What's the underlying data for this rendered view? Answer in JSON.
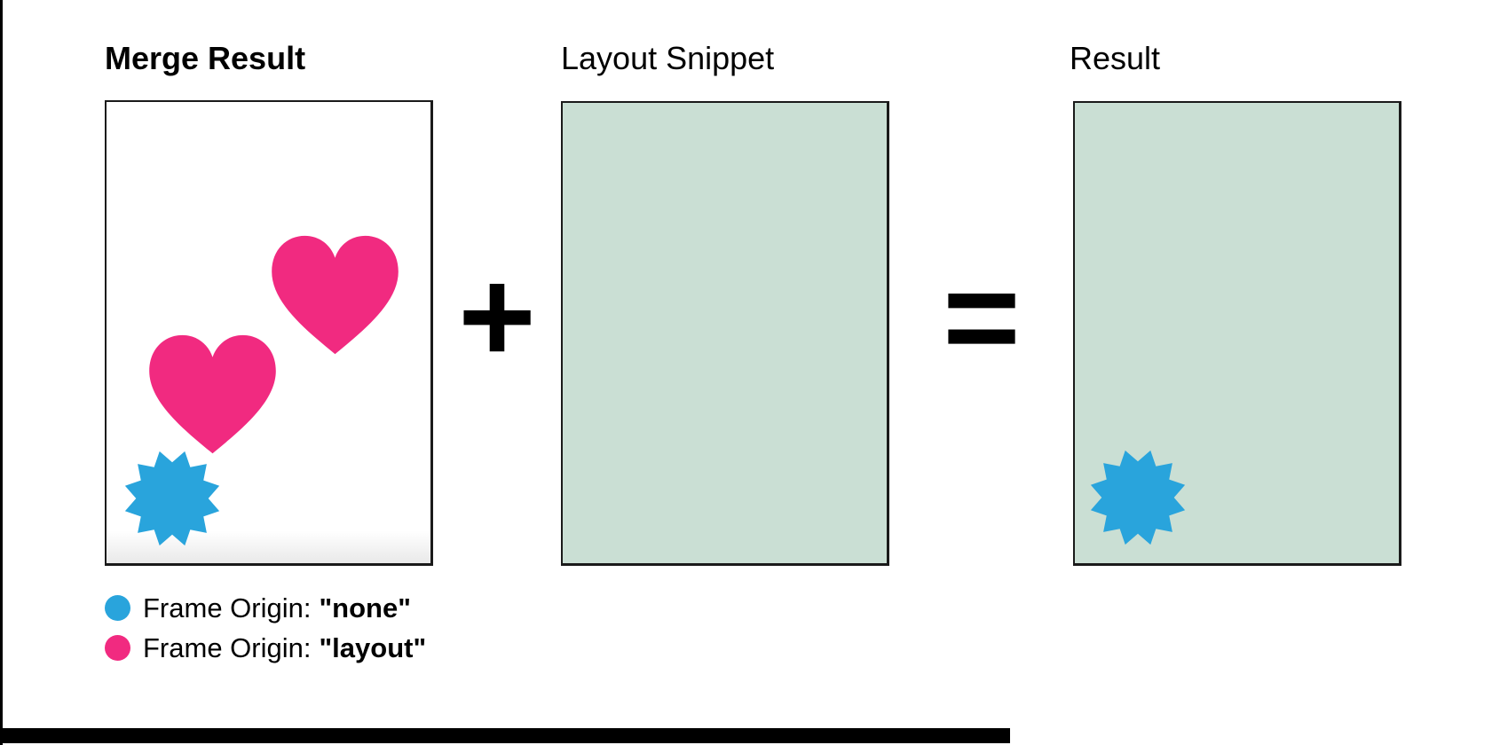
{
  "colors": {
    "pink": "#F12A80",
    "blue": "#29A4DC",
    "mint": "#CADFD4",
    "panel_border": "#1A1A1A",
    "frame": "#000000"
  },
  "panels": [
    {
      "title": "Merge Result",
      "shapes": [
        "heart",
        "heart",
        "star-burst"
      ]
    },
    {
      "title": "Layout Snippet",
      "shapes": []
    },
    {
      "title": "Result",
      "shapes": [
        "star-burst"
      ]
    }
  ],
  "operators": {
    "plus": "+",
    "equals": "="
  },
  "legend": {
    "items": [
      {
        "swatch_color": "#29A4DC",
        "label": "Frame Origin:",
        "value": "\"none\""
      },
      {
        "swatch_color": "#F12A80",
        "label": "Frame Origin:",
        "value": "\"layout\""
      }
    ]
  }
}
